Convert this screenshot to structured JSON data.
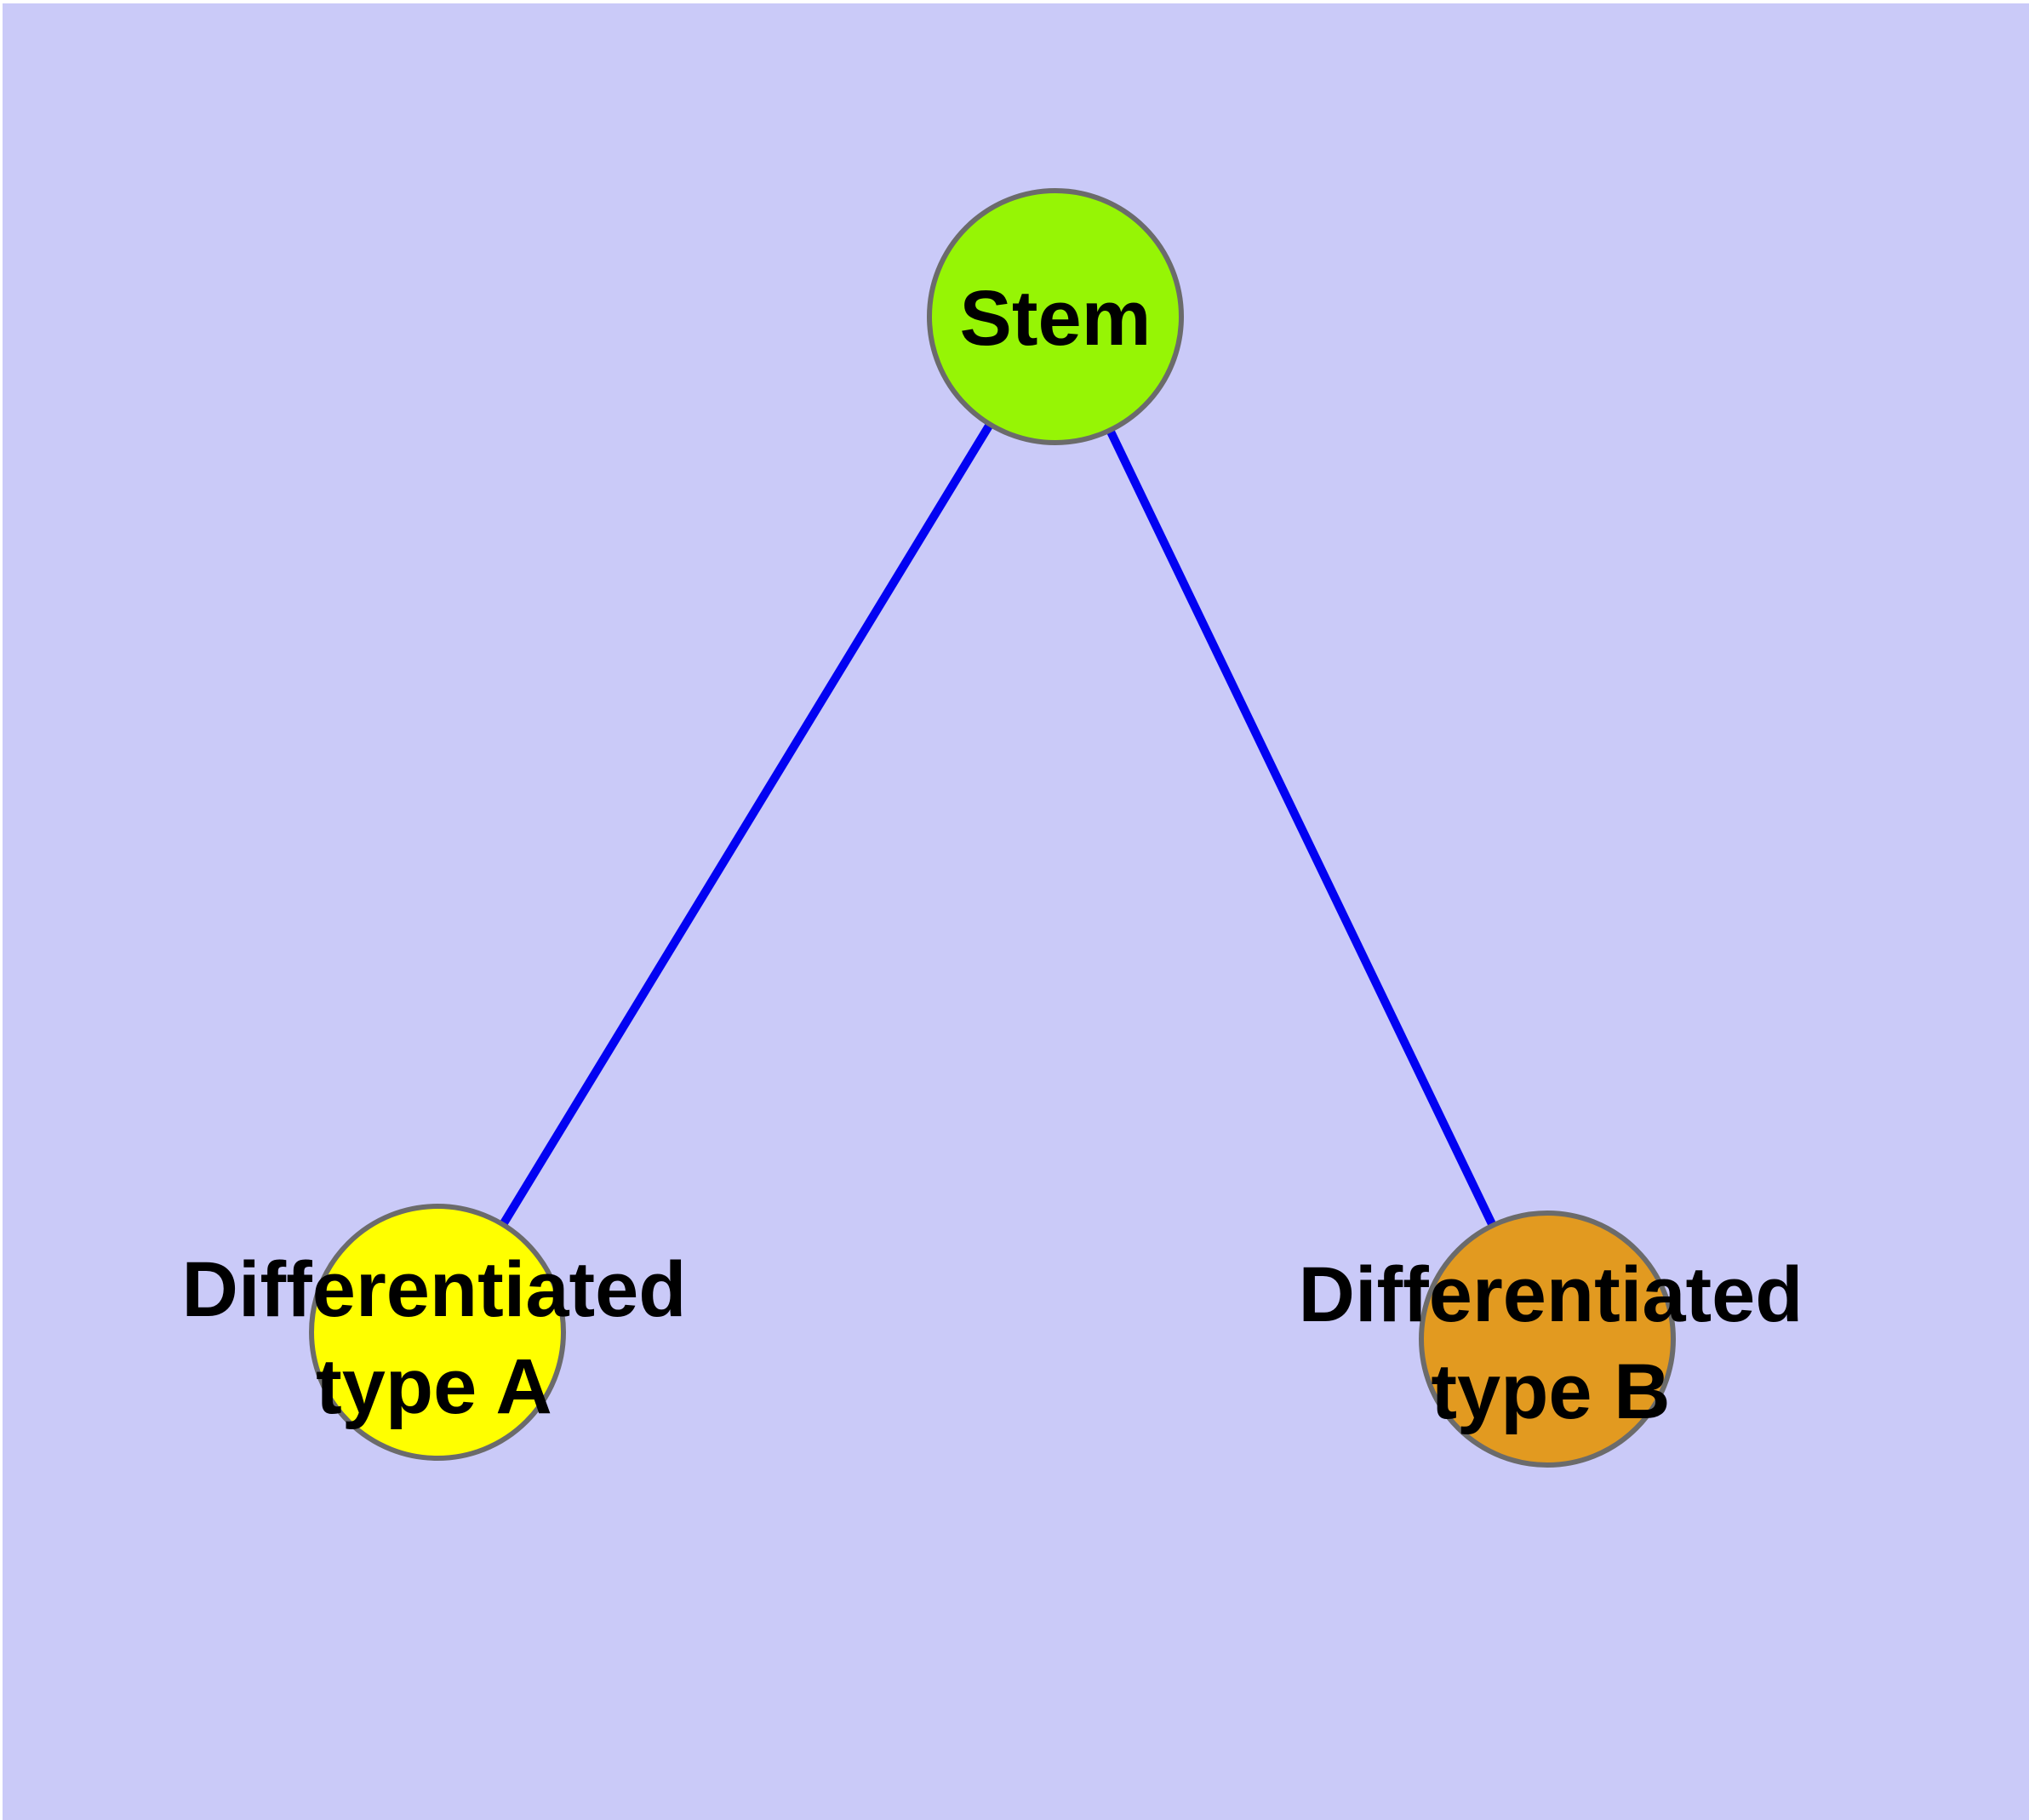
{
  "diagram": {
    "kind": "node-link-graph",
    "background_color": "#cacaf8",
    "edge_color": "#0202f2",
    "node_border_color": "#6b6b6b",
    "text_color": "#000000",
    "nodes": {
      "stem": {
        "label": "Stem",
        "fill": "#96f505"
      },
      "typeA": {
        "label": "Differentiated type A",
        "lines": [
          "Differentiated",
          "type A"
        ],
        "fill": "#ffff00"
      },
      "typeB": {
        "label": "Differentiated type B",
        "lines": [
          "Differentiated",
          "type B"
        ],
        "fill": "#e29a20"
      }
    },
    "edges": [
      {
        "from": "Stem",
        "to": "Differentiated type A"
      },
      {
        "from": "Stem",
        "to": "Differentiated type B"
      }
    ]
  }
}
